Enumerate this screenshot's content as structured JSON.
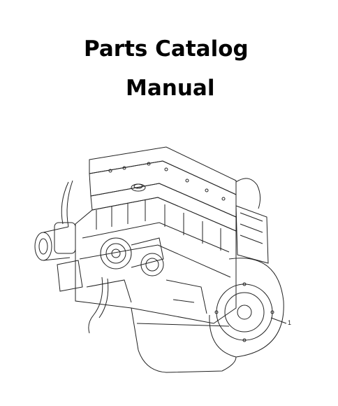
{
  "document": {
    "title_line1": "Parts Catalog",
    "title_line2": "Manual"
  },
  "figure": {
    "callout_number": "1"
  }
}
